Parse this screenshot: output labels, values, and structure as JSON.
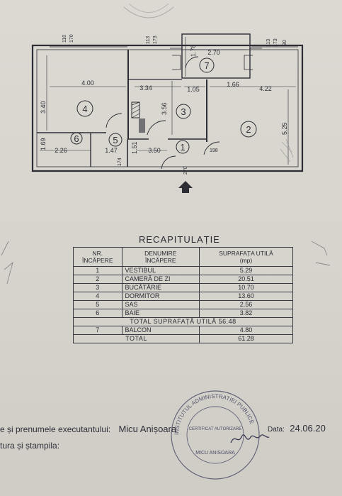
{
  "plan": {
    "rooms": [
      {
        "number": "1"
      },
      {
        "number": "2"
      },
      {
        "number": "3"
      },
      {
        "number": "4"
      },
      {
        "number": "5"
      },
      {
        "number": "6"
      },
      {
        "number": "7"
      }
    ],
    "dimensions": {
      "d110": "110",
      "d170": "170",
      "d113": "113",
      "d173": "173",
      "d178": "1.78",
      "d270": "2.70",
      "d30": "30",
      "d400": "4.00",
      "d340": "3.40",
      "d334": "3.34",
      "d356": "3.56",
      "d105": "1.05",
      "d166": "1.66",
      "d422": "4.22",
      "d525": "5.25",
      "d169": "1.69",
      "d226": "2.26",
      "d147": "1.47",
      "d151": "1.51",
      "d350": "3.50",
      "d174": "174",
      "d270b": "270",
      "d198": "198"
    }
  },
  "recap": {
    "title": "RECAPITULAȚIE",
    "headers": {
      "nr": [
        "NR.",
        "ÎNCĂPERE"
      ],
      "denumire": [
        "DENUMIRE",
        "ÎNCĂPERE"
      ],
      "suprafata": [
        "SUPRAFAȚA UTILĂ",
        "(mp)"
      ]
    },
    "rows": [
      {
        "nr": "1",
        "name": "VESTIBUL",
        "area": "5.29"
      },
      {
        "nr": "2",
        "name": "CAMERĂ DE ZI",
        "area": "20.51"
      },
      {
        "nr": "3",
        "name": "BUCĂTĂRIE",
        "area": "10.70"
      },
      {
        "nr": "4",
        "name": "DORMITOR",
        "area": "13.60"
      },
      {
        "nr": "5",
        "name": "SAS",
        "area": "2.56"
      },
      {
        "nr": "6",
        "name": "BAIE",
        "area": "3.82"
      }
    ],
    "total_util": "TOTAL SUPRAFAȚĂ UTILĂ 56.48",
    "balcon": {
      "nr": "7",
      "name": "BALCON",
      "area": "4.80"
    },
    "total": {
      "label": "TOTAL",
      "area": "61.28"
    }
  },
  "footer": {
    "line1": "e și prenumele executantului:",
    "executant": "Micu Anișoara",
    "date_label": "Data:",
    "date_value": "24.06.20",
    "line2": "tura și ștampila:"
  },
  "stamp": {
    "ring_text": "INSTITUTUL ADMINISTRATIEI PUBLICE",
    "center_text": "CERTIFICAT AUTORIZARE",
    "bottom_text": "MICU ANISOARA"
  },
  "colors": {
    "ink": "#2d2d35",
    "paper": "#d9d6d0",
    "stamp_ink": "#4a4a66"
  }
}
